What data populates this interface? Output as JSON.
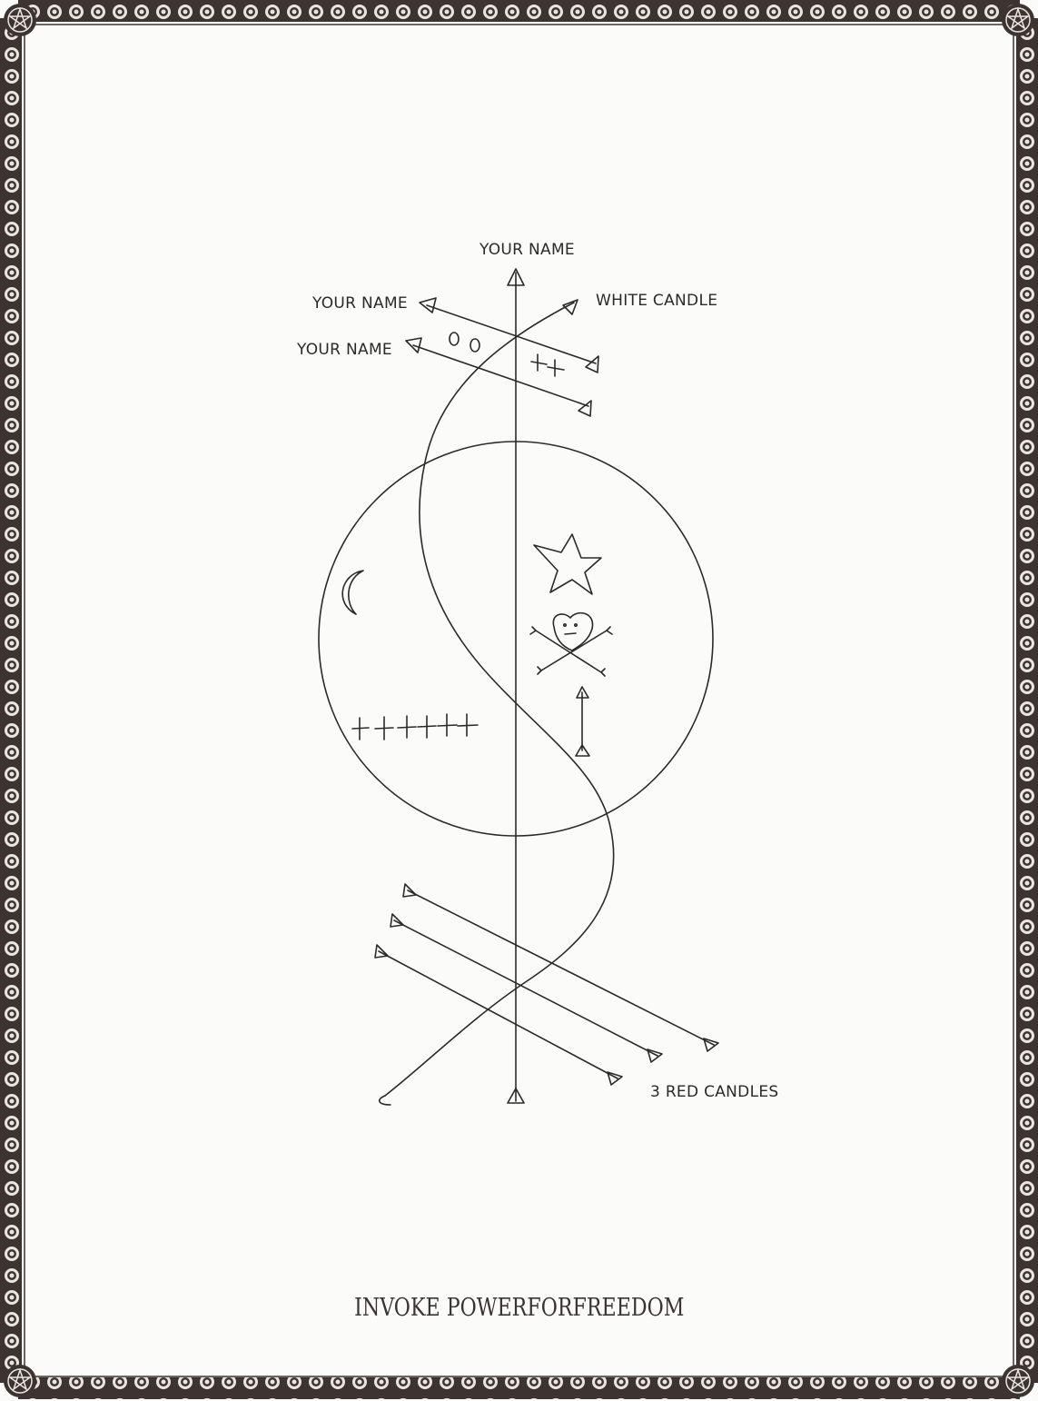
{
  "labels": {
    "top_name": "YOUR NAME",
    "left_name_upper": "YOUR NAME",
    "left_name_lower": "YOUR NAME",
    "white_candle": "WHITE CANDLE",
    "red_candles": "3 RED CANDLES"
  },
  "footer": {
    "title": "INVOKE POWERFORFREEDOM"
  },
  "symbols": {
    "circle_marks": "++++++",
    "arrow_marks": "++",
    "dots": "O O"
  },
  "colors": {
    "ink": "#2a2a2a",
    "border": "#3d3431",
    "paper": "#fbfbf9"
  }
}
